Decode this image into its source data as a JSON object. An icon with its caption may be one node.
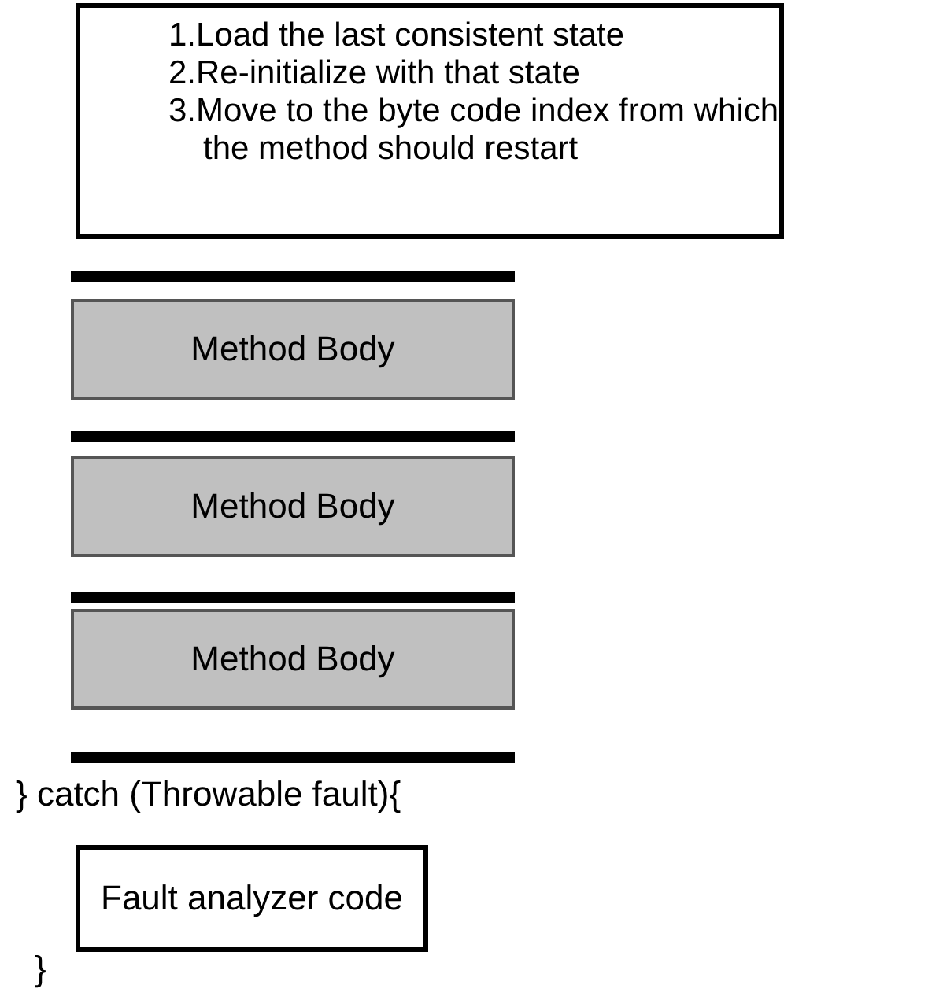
{
  "diagram": {
    "nodes": [
      {
        "text": [
          "1.Load the last consistent state",
          "2.Re-initialize with that state",
          "3.Move to the byte code index from which the method should restart"
        ]
      },
      {
        "text": [
          "Method Body"
        ]
      },
      {
        "text": [
          "Method Body"
        ]
      },
      {
        "text": [
          "Method Body"
        ]
      },
      {
        "text": [
          "Fault analyzer code"
        ]
      }
    ],
    "edges": [],
    "labels": [
      "} catch (Throwable fault){",
      "}"
    ]
  }
}
